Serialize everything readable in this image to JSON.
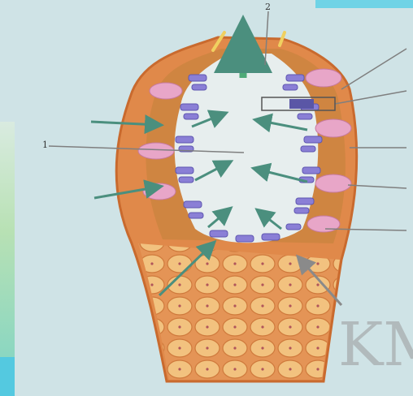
{
  "labels": {
    "top_label": "2",
    "left_label": "1"
  },
  "watermark": {
    "text": "KM"
  },
  "colors": {
    "background": "#cfe3e6",
    "wall": "#e0894a",
    "wall_dark": "#c96a2e",
    "cells": "#f0b978",
    "lumen": "#e7eeee",
    "choanocyte": "#8a7fd6",
    "porocyte": "#e8a6c8",
    "flow_arrow": "#4b8f7e"
  }
}
